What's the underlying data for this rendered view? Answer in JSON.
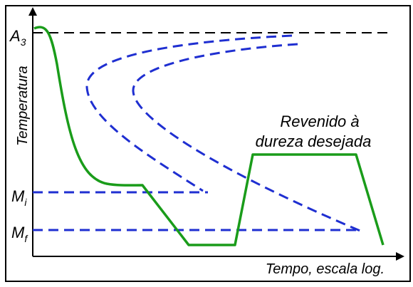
{
  "diagram": {
    "y_axis_label": "Temperatura",
    "x_axis_label": "Tempo, escala log.",
    "levels": {
      "a3": {
        "main": "A",
        "sub": "3"
      },
      "mi": {
        "main": "M",
        "sub": "i"
      },
      "mf": {
        "main": "M",
        "sub": "f"
      }
    },
    "annotation": {
      "line1": "Revenido à",
      "line2": "dureza desejada"
    },
    "colors": {
      "frame": "#000000",
      "a3_line": "#000000",
      "transformation_curves": "#1f2fd1",
      "cooling_path": "#1a9c1a"
    }
  }
}
